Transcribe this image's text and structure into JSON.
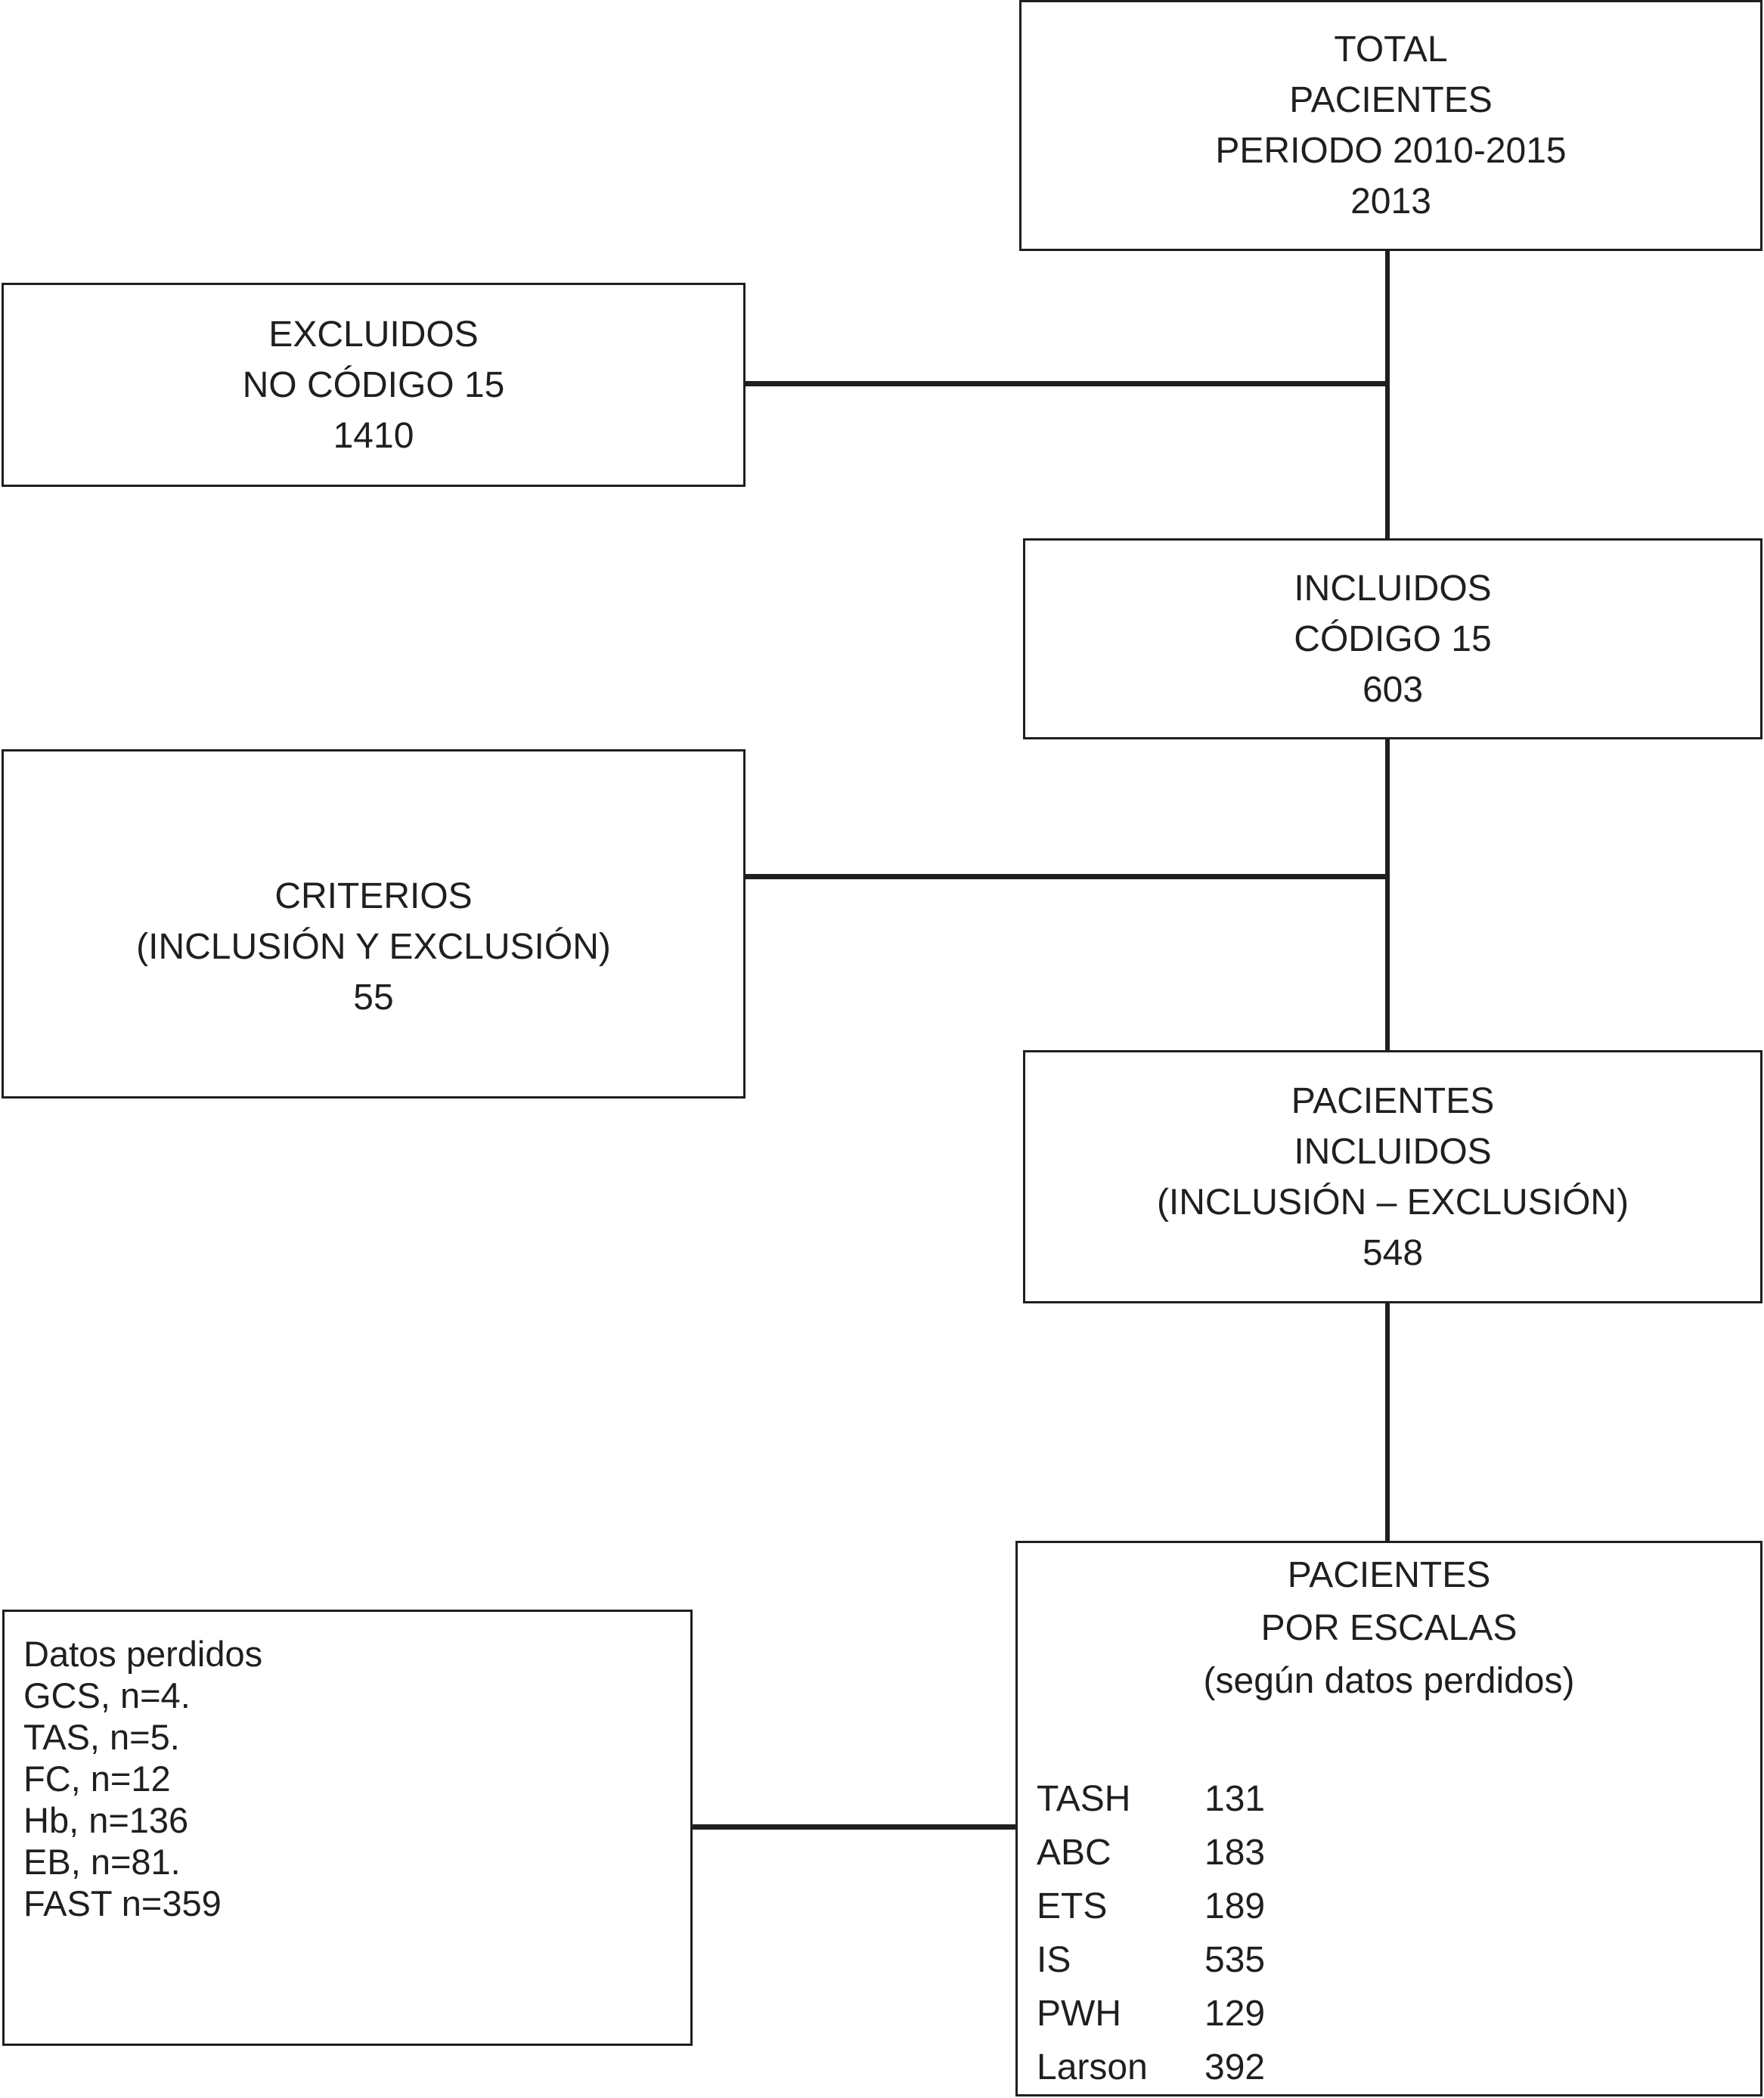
{
  "diagram": {
    "background_color": "#ffffff",
    "line_color": "#1f1f1f",
    "boxes": {
      "total": {
        "lines": [
          "TOTAL",
          "PACIENTES",
          "PERIODO 2010-2015",
          "2013"
        ]
      },
      "excluidos": {
        "lines": [
          "EXCLUIDOS",
          "NO CÓDIGO 15",
          "1410"
        ]
      },
      "incluidos": {
        "lines": [
          "INCLUIDOS",
          "CÓDIGO 15",
          "603"
        ]
      },
      "criterios": {
        "lines": [
          "CRITERIOS",
          "(INCLUSIÓN Y EXCLUSIÓN)",
          "55"
        ]
      },
      "pacientes_incluidos": {
        "lines": [
          "PACIENTES",
          "INCLUIDOS",
          "(INCLUSIÓN – EXCLUSIÓN)",
          "548"
        ]
      },
      "datos_perdidos": {
        "lines": [
          "Datos perdidos",
          "GCS, n=4.",
          "TAS, n=5.",
          "FC, n=12",
          "Hb, n=136",
          "EB, n=81.",
          "FAST n=359"
        ]
      },
      "por_escalas": {
        "heading": [
          "PACIENTES",
          "POR ESCALAS",
          "(según datos perdidos)"
        ],
        "rows": [
          {
            "label": "TASH",
            "value": "131"
          },
          {
            "label": "ABC",
            "value": "183"
          },
          {
            "label": "ETS",
            "value": "189"
          },
          {
            "label": "IS",
            "value": "535"
          },
          {
            "label": "PWH",
            "value": "129"
          },
          {
            "label": "Larson",
            "value": "392"
          }
        ]
      }
    }
  }
}
